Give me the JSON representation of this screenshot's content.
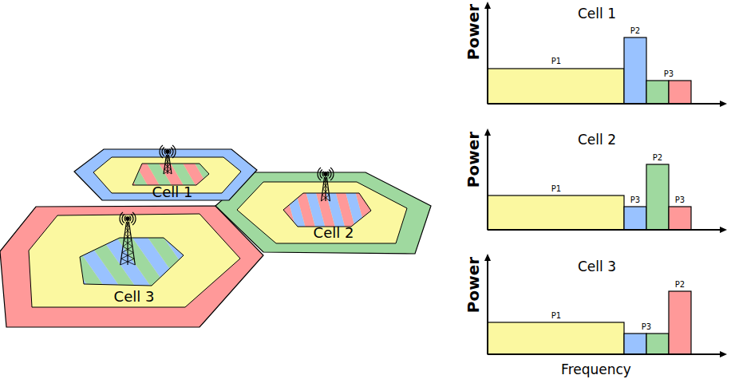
{
  "diagram": {
    "nodes": [
      {
        "text": [
          "Cell 1"
        ]
      },
      {
        "text": [
          "Cell 2"
        ]
      },
      {
        "text": [
          "Cell 3"
        ]
      }
    ],
    "labels": [
      "Cell 1",
      "Power",
      "P2",
      "P1",
      "P3",
      "Cell 2",
      "Power",
      "P2",
      "P1",
      "P3",
      "P3",
      "Cell 3",
      "Power",
      "P2",
      "P1",
      "P3",
      "Frequency"
    ]
  }
}
